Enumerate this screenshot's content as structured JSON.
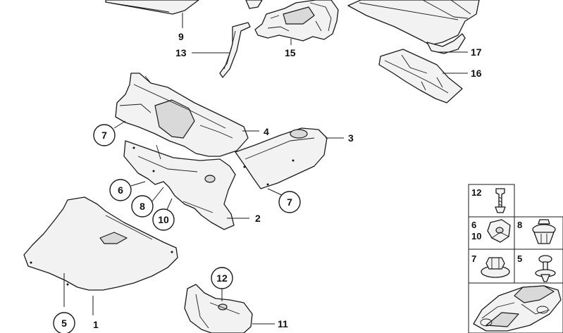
{
  "labels": {
    "l9": "9",
    "l13": "13",
    "l15": "15",
    "l17": "17",
    "l16": "16",
    "l4": "4",
    "l3": "3",
    "l2": "2",
    "l1": "1",
    "l11": "11"
  },
  "callouts": {
    "c7a": "7",
    "c6": "6",
    "c8": "8",
    "c10": "10",
    "c7b": "7",
    "c5": "5",
    "c12": "12"
  },
  "fastener_kit": {
    "cell_12": "12",
    "cell_6": "6",
    "cell_10": "10",
    "cell_8": "8",
    "cell_7": "7",
    "cell_5": "5"
  }
}
